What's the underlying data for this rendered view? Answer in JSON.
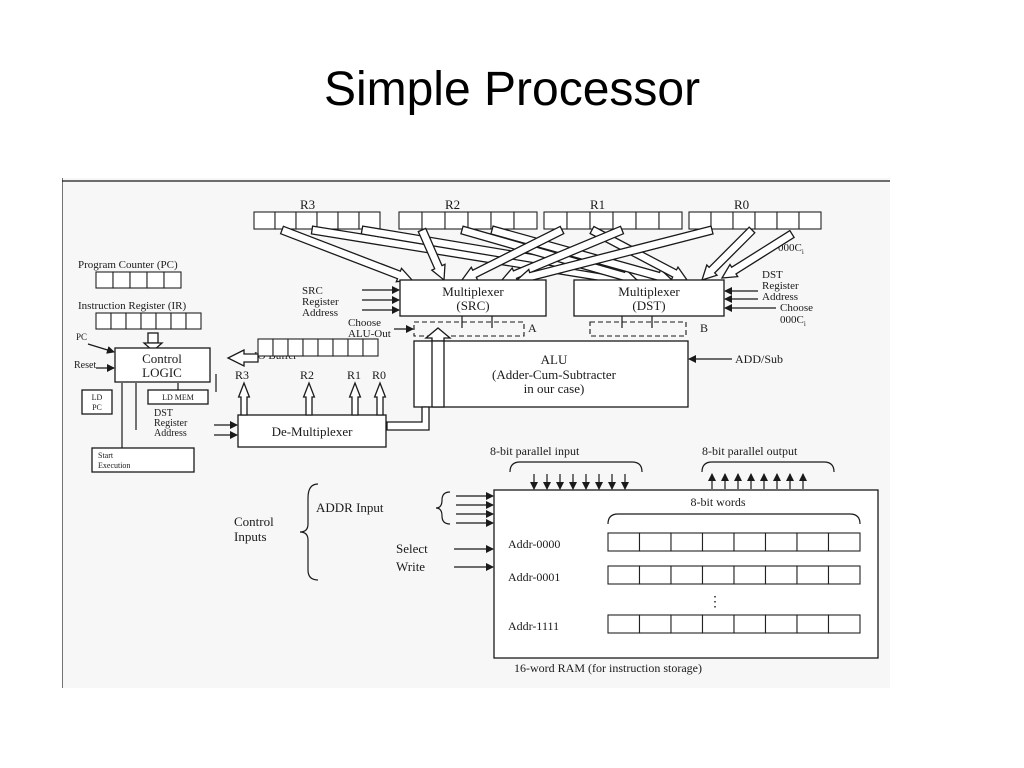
{
  "slide": {
    "title": "Simple Processor"
  },
  "diagram": {
    "registers": {
      "r3": "R3",
      "r2": "R2",
      "r1": "R1",
      "r0": "R0",
      "r0_sub": "000C",
      "r0_sub_index": "i"
    },
    "pc": {
      "label": "Program Counter (PC)"
    },
    "ir": {
      "label": "Instruction Register (IR)"
    },
    "mux_src": {
      "line1": "Multiplexer",
      "line2": "(SRC)",
      "out": "A"
    },
    "mux_dst": {
      "line1": "Multiplexer",
      "line2": "(DST)",
      "out": "B"
    },
    "src_addr": {
      "line1": "SRC",
      "line2": "Register",
      "line3": "Address"
    },
    "dst_addr": {
      "line1": "DST",
      "line2": "Register",
      "line3": "Address",
      "line4": "Choose",
      "line5": "000C",
      "line5_index": "i"
    },
    "choose": {
      "line1": "Choose",
      "line2": "ALU-Out"
    },
    "io_buffer": "IO Buffer",
    "control": {
      "line1": "Control",
      "line2": "LOGIC",
      "pc_in": "PC",
      "reset": "Reset"
    },
    "alu": {
      "line1": "ALU",
      "line2": "(Adder-Cum-Subtracter",
      "line3": "in our case)",
      "op": "ADD/Sub"
    },
    "ld_pc": {
      "line1": "LD",
      "line2": "PC"
    },
    "ld_mem": "LD MEM",
    "demux": {
      "label": "De-Multiplexer",
      "out_r3": "R3",
      "out_r2": "R2",
      "out_r1": "R1",
      "out_r0": "R0"
    },
    "demux_addr": {
      "line1": "DST",
      "line2": "Register",
      "line3": "Address"
    },
    "start": {
      "line1": "Start",
      "line2": "Execution"
    },
    "parallel_in": "8-bit parallel input",
    "parallel_out": "8-bit parallel output",
    "words": "8-bit words",
    "addr_input": "ADDR Input",
    "control_inputs": {
      "line1": "Control",
      "line2": "Inputs"
    },
    "select": "Select",
    "write": "Write",
    "rows": {
      "a0": "Addr-0000",
      "a1": "Addr-0001",
      "dots": "⋮",
      "a15": "Addr-1111"
    },
    "ram_caption": "16-word RAM (for instruction storage)"
  }
}
